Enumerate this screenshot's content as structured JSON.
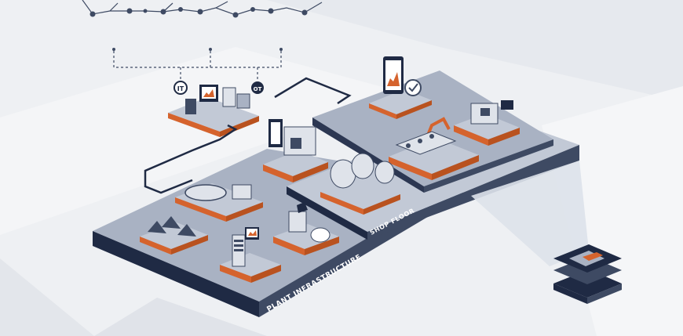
{
  "labels": {
    "plant_infrastructure": "PLANT INFRASTRUCTURE",
    "shop_floor": "SHOP FLOOR",
    "it_badge": "IT",
    "ot_badge": "OT"
  },
  "colors": {
    "background": "#eef0f3",
    "navy": "#1f2a44",
    "slate": "#3e4a63",
    "platform_top": "#a9b2c3",
    "platform_top_light": "#c2c9d6",
    "orange": "#d5632d",
    "light_grey": "#dfe3ea"
  },
  "icons": [
    "network-nodes-icon",
    "it-badge-icon",
    "ot-badge-icon",
    "tablet-chart-icon",
    "checkmark-icon",
    "robot-arm-icon",
    "conveyor-icon",
    "tank-icon",
    "server-rack-icon",
    "layer-stack-icon"
  ]
}
